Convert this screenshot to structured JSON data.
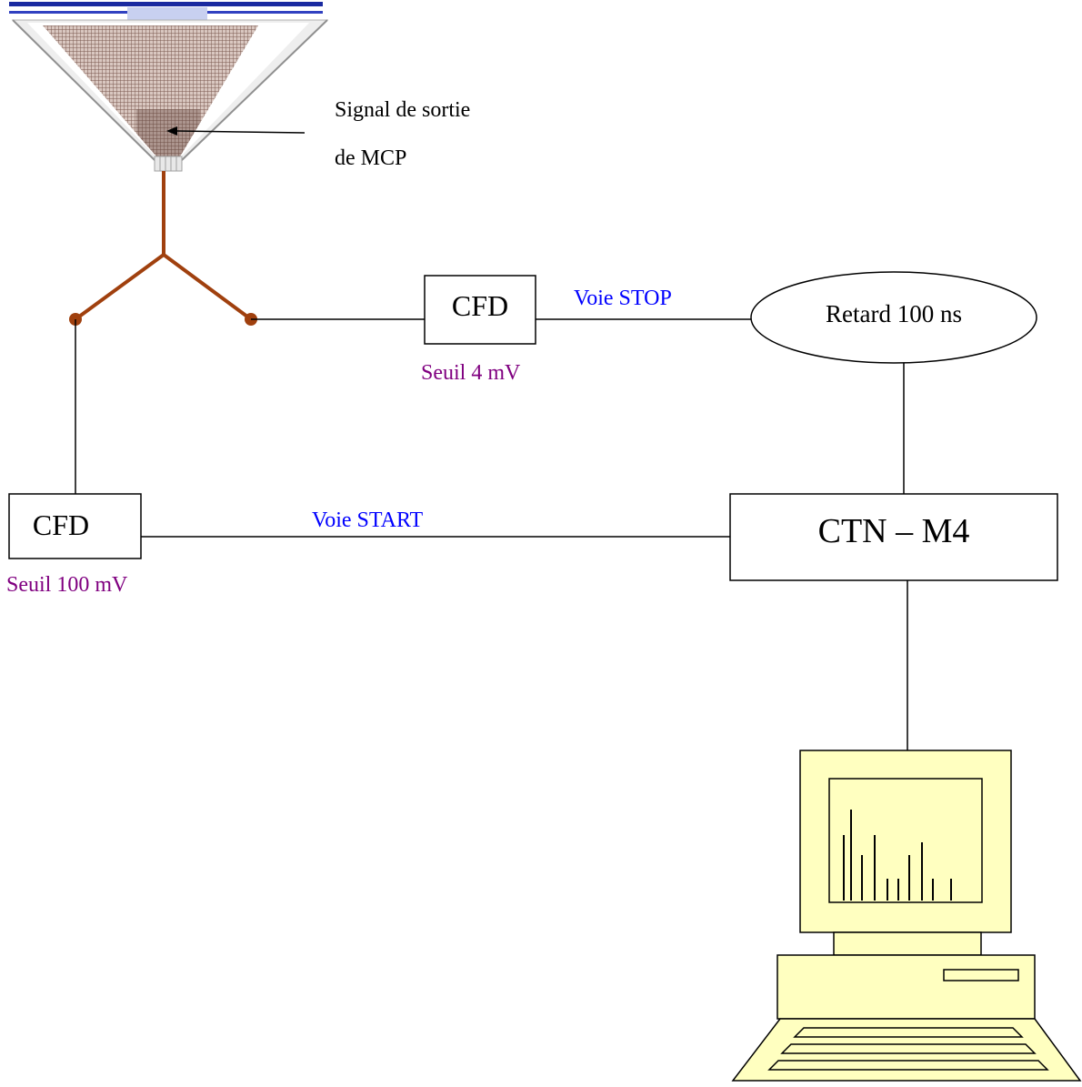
{
  "mcp": {
    "signal_label_line1": "Signal de sortie",
    "signal_label_line2": "de MCP"
  },
  "cfd_right": {
    "label": "CFD",
    "threshold": "Seuil 4 mV"
  },
  "cfd_left": {
    "label": "CFD",
    "threshold": "Seuil 100 mV"
  },
  "channels": {
    "stop": "Voie STOP",
    "start": "Voie START"
  },
  "delay": {
    "label": "Retard 100 ns"
  },
  "ctn": {
    "label": "CTN – M4"
  },
  "colors": {
    "channel_text": "#0000ff",
    "threshold_text": "#800080",
    "splitter": "#a0400e",
    "computer_fill": "#ffffc0",
    "mcp_grid": "#8a6a60",
    "mcp_top_bar": "#1a2aa0"
  }
}
